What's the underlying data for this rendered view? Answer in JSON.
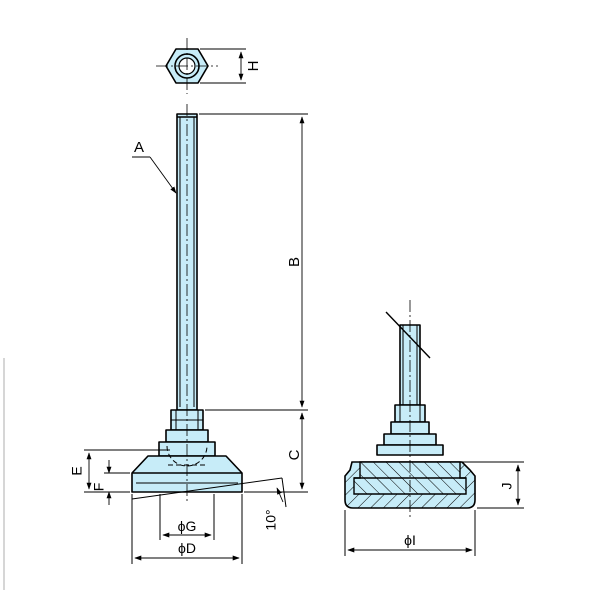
{
  "labels": {
    "A": "A",
    "B": "B",
    "C": "C",
    "D": "ϕD",
    "E": "E",
    "F": "F",
    "G": "ϕG",
    "H": "H",
    "I": "ϕI",
    "J": "J",
    "angle": "10°"
  },
  "colors": {
    "part_fill": "#c7ecf8",
    "line": "#000000"
  }
}
